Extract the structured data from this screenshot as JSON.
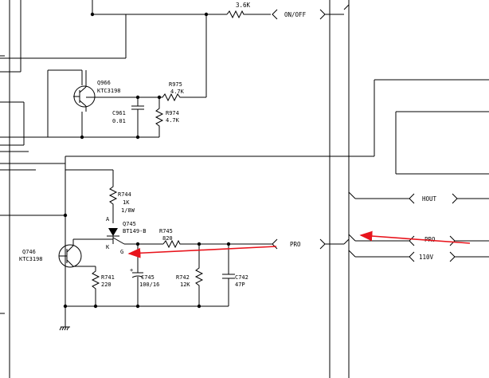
{
  "partial_top_label": "3.6K",
  "connectors": {
    "on_off": "ON/OFF",
    "pro_left": "PRO",
    "hout": "HOUT",
    "pro_right": "PRO",
    "v110": "110V"
  },
  "components": {
    "q966": {
      "ref": "Q966",
      "part": "KTC3198"
    },
    "r975": {
      "ref": "R975",
      "value": "4.7K"
    },
    "c961": {
      "ref": "C961",
      "value": "0.01"
    },
    "r974": {
      "ref": "R974",
      "value": "4.7K"
    },
    "r744": {
      "ref": "R744",
      "value": "1K",
      "rating": "1/8W"
    },
    "q745": {
      "ref": "Q745",
      "part": "BT149-B"
    },
    "r745": {
      "ref": "R745",
      "value": "820"
    },
    "q746": {
      "ref": "Q746",
      "part": "KTC3198"
    },
    "r741": {
      "ref": "R741",
      "value": "220"
    },
    "c745": {
      "ref": "C745",
      "value": "100/16"
    },
    "r742": {
      "ref": "R742",
      "value": "12K"
    },
    "c742": {
      "ref": "C742",
      "value": "47P"
    }
  },
  "pins": {
    "anode": "A",
    "cathode": "K",
    "gate": "G"
  },
  "annotation_color": "#e8141c"
}
